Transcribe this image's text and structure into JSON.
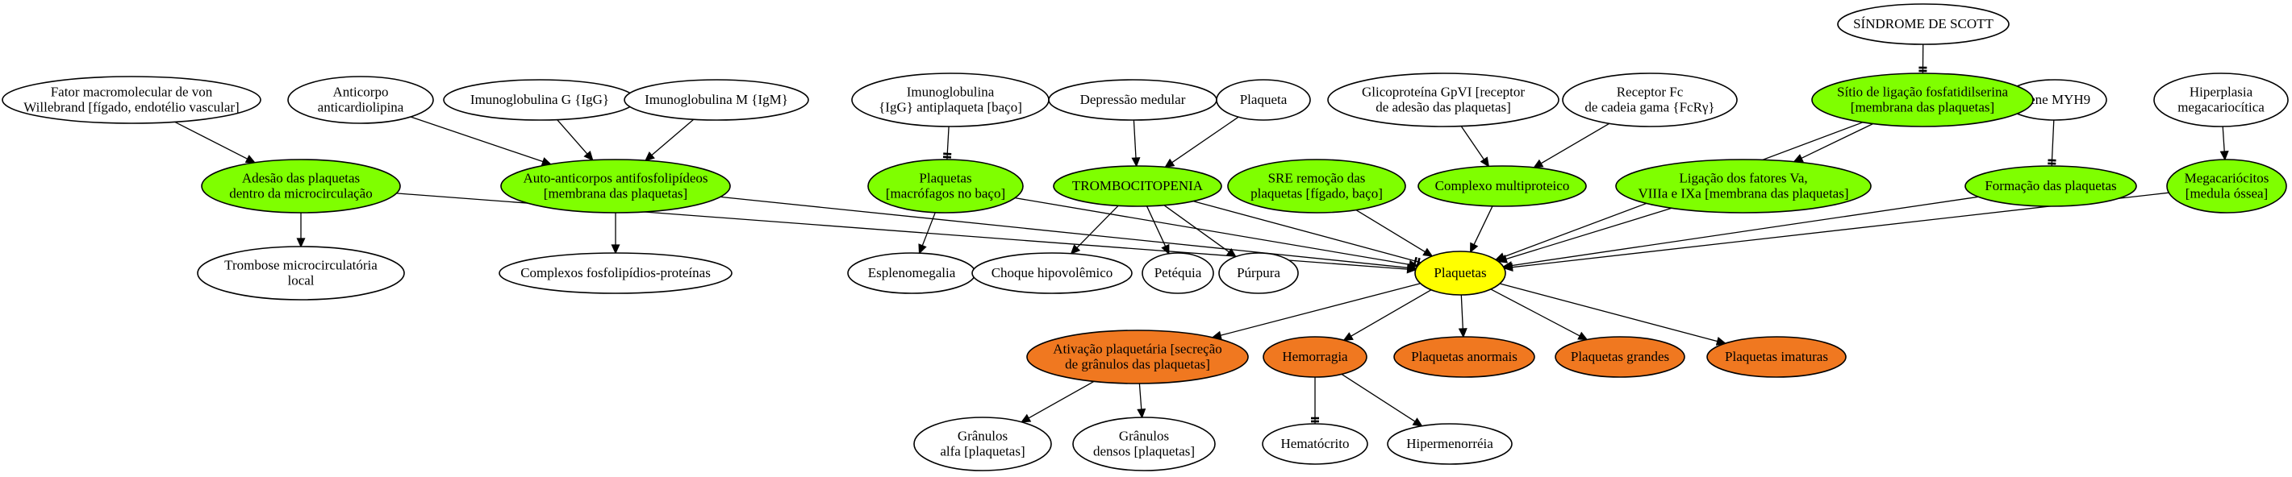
{
  "colors": {
    "white": "#ffffff",
    "green": "#7fff00",
    "yellow": "#ffff00",
    "orange": "#f07820"
  },
  "nodes": [
    {
      "id": "fator_von_willebrand",
      "name": "node-fator-von-willebrand",
      "color": "white",
      "lines": [
        "Fator macromolecular de von",
        "Willebrand [fígado, endotélio vascular]"
      ]
    },
    {
      "id": "anticorpo_anticardiolipina",
      "name": "node-anticorpo-anticardiolipina",
      "color": "white",
      "lines": [
        "Anticorpo",
        "anticardiolipina"
      ]
    },
    {
      "id": "igg",
      "name": "node-imunoglobulina-g",
      "color": "white",
      "lines": [
        "Imunoglobulina G {IgG}"
      ]
    },
    {
      "id": "igm",
      "name": "node-imunoglobulina-m",
      "color": "white",
      "lines": [
        "Imunoglobulina M {IgM}"
      ]
    },
    {
      "id": "igg_antiplaqueta",
      "name": "node-igg-antiplaqueta",
      "color": "white",
      "lines": [
        "Imunoglobulina",
        "{IgG} antiplaqueta [baço]"
      ]
    },
    {
      "id": "depressao_medular",
      "name": "node-depressao-medular",
      "color": "white",
      "lines": [
        "Depressão medular"
      ]
    },
    {
      "id": "plaqueta",
      "name": "node-plaqueta",
      "color": "white",
      "lines": [
        "Plaqueta"
      ]
    },
    {
      "id": "glicoproteina",
      "name": "node-glicoproteina-gpvi",
      "color": "white",
      "lines": [
        "Glicoproteína GpVI [receptor",
        "de adesão das plaquetas]"
      ]
    },
    {
      "id": "receptor_fc",
      "name": "node-receptor-fc",
      "color": "white",
      "lines": [
        "Receptor Fc",
        "de cadeia gama {FcRγ}"
      ]
    },
    {
      "id": "sindrome_scott",
      "name": "node-sindrome-de-scott",
      "color": "white",
      "lines": [
        "SÍNDROME DE SCOTT"
      ]
    },
    {
      "id": "gene_myh9",
      "name": "node-gene-myh9",
      "color": "white",
      "lines": [
        "Gene MYH9"
      ]
    },
    {
      "id": "hiperplasia",
      "name": "node-hiperplasia-megacariocitica",
      "color": "white",
      "lines": [
        "Hiperplasia",
        "megacariocítica"
      ]
    },
    {
      "id": "adesao",
      "name": "node-adesao-plaquetas",
      "color": "green",
      "lines": [
        "Adesão das plaquetas",
        "dentro da microcirculação"
      ]
    },
    {
      "id": "auto_anticorpos",
      "name": "node-auto-anticorpos",
      "color": "green",
      "lines": [
        "Auto-anticorpos antifosfolipídeos",
        "[membrana das plaquetas]"
      ]
    },
    {
      "id": "plaquetas_macrofagos",
      "name": "node-plaquetas-macrofagos",
      "color": "green",
      "lines": [
        "Plaquetas",
        "[macrófagos no baço]"
      ]
    },
    {
      "id": "trombocitopenia",
      "name": "node-trombocitopenia",
      "color": "green",
      "lines": [
        "TROMBOCITOPENIA"
      ]
    },
    {
      "id": "sre",
      "name": "node-sre-remocao",
      "color": "green",
      "lines": [
        "SRE remoção das",
        "plaquetas [fígado, baço]"
      ]
    },
    {
      "id": "complexo",
      "name": "node-complexo-multiproteico",
      "color": "green",
      "lines": [
        "Complexo multiproteico"
      ]
    },
    {
      "id": "ligacao_fatores",
      "name": "node-ligacao-fatores",
      "color": "green",
      "lines": [
        "Ligação dos fatores Va,",
        "VIIIa e IXa [membrana das plaquetas]"
      ]
    },
    {
      "id": "sitio",
      "name": "node-sitio-ligacao",
      "color": "green",
      "lines": [
        "Sítio de ligação fosfatidilserina",
        "[membrana das plaquetas]"
      ]
    },
    {
      "id": "formacao",
      "name": "node-formacao-plaquetas",
      "color": "green",
      "lines": [
        "Formação das plaquetas"
      ]
    },
    {
      "id": "megacariocitos",
      "name": "node-megacariocitos",
      "color": "green",
      "lines": [
        "Megacariócitos",
        "[medula óssea]"
      ]
    },
    {
      "id": "trombose",
      "name": "node-trombose",
      "color": "white",
      "lines": [
        "Trombose microcirculatória",
        "local"
      ]
    },
    {
      "id": "complexos_fosfo",
      "name": "node-complexos-fosfolipidios",
      "color": "white",
      "lines": [
        "Complexos fosfolipídios-proteínas"
      ]
    },
    {
      "id": "esplenomegalia",
      "name": "node-esplenomegalia",
      "color": "white",
      "lines": [
        "Esplenomegalia"
      ]
    },
    {
      "id": "choque",
      "name": "node-choque-hipovolemico",
      "color": "white",
      "lines": [
        "Choque hipovolêmico"
      ]
    },
    {
      "id": "petequia",
      "name": "node-petequia",
      "color": "white",
      "lines": [
        "Petéquia"
      ]
    },
    {
      "id": "purpura",
      "name": "node-purpura",
      "color": "white",
      "lines": [
        "Púrpura"
      ]
    },
    {
      "id": "plaquetas",
      "name": "node-plaquetas",
      "color": "yellow",
      "lines": [
        "Plaquetas"
      ]
    },
    {
      "id": "ativacao",
      "name": "node-ativacao-plaquetaria",
      "color": "orange",
      "lines": [
        "Ativação plaquetária [secreção",
        "de grânulos das plaquetas]"
      ]
    },
    {
      "id": "hemorragia",
      "name": "node-hemorragia",
      "color": "orange",
      "lines": [
        "Hemorragia"
      ]
    },
    {
      "id": "plaquetas_anormais",
      "name": "node-plaquetas-anormais",
      "color": "orange",
      "lines": [
        "Plaquetas anormais"
      ]
    },
    {
      "id": "plaquetas_grandes",
      "name": "node-plaquetas-grandes",
      "color": "orange",
      "lines": [
        "Plaquetas grandes"
      ]
    },
    {
      "id": "plaquetas_imaturas",
      "name": "node-plaquetas-imaturas",
      "color": "orange",
      "lines": [
        "Plaquetas imaturas"
      ]
    },
    {
      "id": "granulos_alfa",
      "name": "node-granulos-alfa",
      "color": "white",
      "lines": [
        "Grânulos",
        "alfa [plaquetas]"
      ]
    },
    {
      "id": "granulos_densos",
      "name": "node-granulos-densos",
      "color": "white",
      "lines": [
        "Grânulos",
        "densos [plaquetas]"
      ]
    },
    {
      "id": "hematocrito",
      "name": "node-hematocrito",
      "color": "white",
      "lines": [
        "Hematócrito"
      ]
    },
    {
      "id": "hipermenorreia",
      "name": "node-hipermenorreia",
      "color": "white",
      "lines": [
        "Hipermenorréia"
      ]
    }
  ],
  "edges": [
    {
      "from": "fator_von_willebrand",
      "to": "adesao",
      "head": "arrow"
    },
    {
      "from": "anticorpo_anticardiolipina",
      "to": "auto_anticorpos",
      "head": "arrow"
    },
    {
      "from": "igg",
      "to": "auto_anticorpos",
      "head": "arrow"
    },
    {
      "from": "igm",
      "to": "auto_anticorpos",
      "head": "arrow"
    },
    {
      "from": "igg_antiplaqueta",
      "to": "plaquetas_macrofagos",
      "head": "tee"
    },
    {
      "from": "depressao_medular",
      "to": "trombocitopenia",
      "head": "arrow"
    },
    {
      "from": "plaqueta",
      "to": "trombocitopenia",
      "head": "arrow"
    },
    {
      "from": "glicoproteina",
      "to": "complexo",
      "head": "arrow"
    },
    {
      "from": "receptor_fc",
      "to": "complexo",
      "head": "arrow"
    },
    {
      "from": "sindrome_scott",
      "to": "sitio",
      "head": "tee"
    },
    {
      "from": "sitio",
      "to": "ligacao_fatores",
      "head": "arrow"
    },
    {
      "from": "gene_myh9",
      "to": "formacao",
      "head": "tee"
    },
    {
      "from": "hiperplasia",
      "to": "megacariocitos",
      "head": "arrow"
    },
    {
      "from": "adesao",
      "to": "trombose",
      "head": "arrow"
    },
    {
      "from": "auto_anticorpos",
      "to": "complexos_fosfo",
      "head": "arrow"
    },
    {
      "from": "plaquetas_macrofagos",
      "to": "esplenomegalia",
      "head": "arrow"
    },
    {
      "from": "trombocitopenia",
      "to": "choque",
      "head": "arrow"
    },
    {
      "from": "trombocitopenia",
      "to": "petequia",
      "head": "arrow"
    },
    {
      "from": "trombocitopenia",
      "to": "purpura",
      "head": "arrow"
    },
    {
      "from": "adesao",
      "to": "plaquetas",
      "head": "arrow"
    },
    {
      "from": "auto_anticorpos",
      "to": "plaquetas",
      "head": "arrow"
    },
    {
      "from": "plaquetas_macrofagos",
      "to": "plaquetas",
      "head": "arrow"
    },
    {
      "from": "trombocitopenia",
      "to": "plaquetas",
      "head": "tee"
    },
    {
      "from": "sre",
      "to": "plaquetas",
      "head": "arrow"
    },
    {
      "from": "complexo",
      "to": "plaquetas",
      "head": "arrow"
    },
    {
      "from": "ligacao_fatores",
      "to": "plaquetas",
      "head": "arrow"
    },
    {
      "from": "sitio",
      "to": "plaquetas",
      "head": "arrow"
    },
    {
      "from": "formacao",
      "to": "plaquetas",
      "head": "arrow"
    },
    {
      "from": "megacariocitos",
      "to": "plaquetas",
      "head": "arrow"
    },
    {
      "from": "plaquetas",
      "to": "ativacao",
      "head": "arrow"
    },
    {
      "from": "plaquetas",
      "to": "hemorragia",
      "head": "arrow"
    },
    {
      "from": "plaquetas",
      "to": "plaquetas_anormais",
      "head": "arrow"
    },
    {
      "from": "plaquetas",
      "to": "plaquetas_grandes",
      "head": "arrow"
    },
    {
      "from": "plaquetas",
      "to": "plaquetas_imaturas",
      "head": "arrow"
    },
    {
      "from": "ativacao",
      "to": "granulos_alfa",
      "head": "arrow"
    },
    {
      "from": "ativacao",
      "to": "granulos_densos",
      "head": "arrow"
    },
    {
      "from": "hemorragia",
      "to": "hematocrito",
      "head": "tee"
    },
    {
      "from": "hemorragia",
      "to": "hipermenorreia",
      "head": "arrow"
    }
  ]
}
